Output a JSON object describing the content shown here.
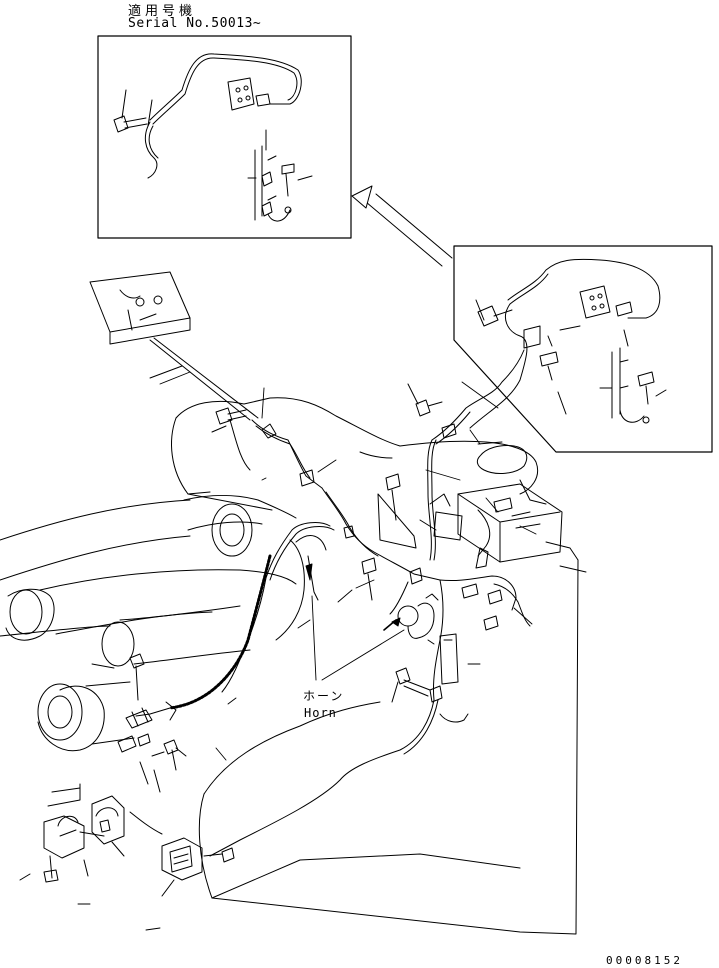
{
  "captions": {
    "applicable_model_jp": "適用号機",
    "serial": "Serial No.50013~"
  },
  "callouts": {
    "horn_jp": "ホーン",
    "horn_en": "Horn"
  },
  "drawing_code": "00008152",
  "colors": {
    "line": "#000000",
    "background": "#ffffff"
  }
}
